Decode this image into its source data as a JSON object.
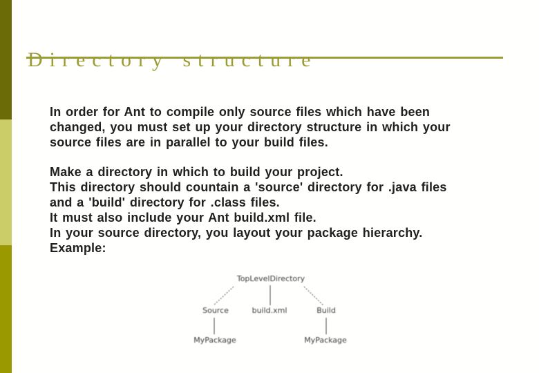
{
  "slide": {
    "title": "Directory structure",
    "paragraph1_lines": [
      "In order for Ant to compile only source files which have been",
      "changed, you must set up your directory structure in which your",
      "source files are in parallel to your build files."
    ],
    "paragraph2_lines": [
      "Make a directory in which to build your project.",
      "This directory should countain a 'source' directory for .java files",
      "and a 'build' directory for .class files.",
      "It must also include your Ant build.xml file.",
      "In your source directory, you layout your package hierarchy.",
      "Example:"
    ],
    "diagram": {
      "nodes": {
        "root": "TopLevelDirectory",
        "source": "Source",
        "buildxml": "build.xml",
        "build": "Build",
        "source_child": "MyPackage",
        "build_child": "MyPackage"
      }
    },
    "colors": {
      "accent_dark": "#6b6b07",
      "accent_light": "#cbcd69",
      "accent_mid": "#9a9a00",
      "title_color": "#9c9c35",
      "body_text": "#202020",
      "diagram_text": "#3c3c3c"
    }
  }
}
